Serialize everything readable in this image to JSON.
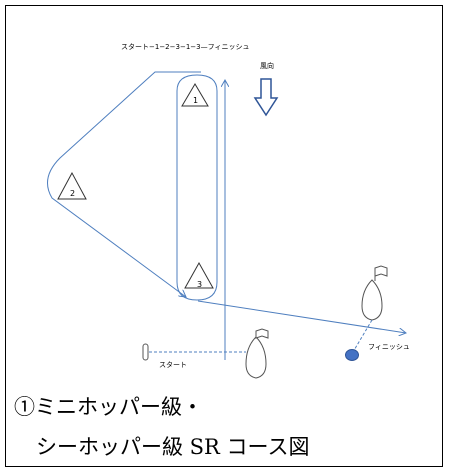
{
  "diagram": {
    "course_sequence": "スタート−1−2−3−1−3—フィニッシュ",
    "wind_label": "風向",
    "start_label": "スタート",
    "finish_label": "フィニッシュ",
    "marks": [
      {
        "label": "1"
      },
      {
        "label": "2"
      },
      {
        "label": "3"
      }
    ],
    "colors": {
      "course_line": "#4f7fbf",
      "arrow_outline": "#2f5597",
      "finish_buoy": "#4472c4"
    }
  },
  "caption": {
    "line1": "①ミニホッパー級・",
    "line2": "シーホッパー級 SR コース図"
  }
}
